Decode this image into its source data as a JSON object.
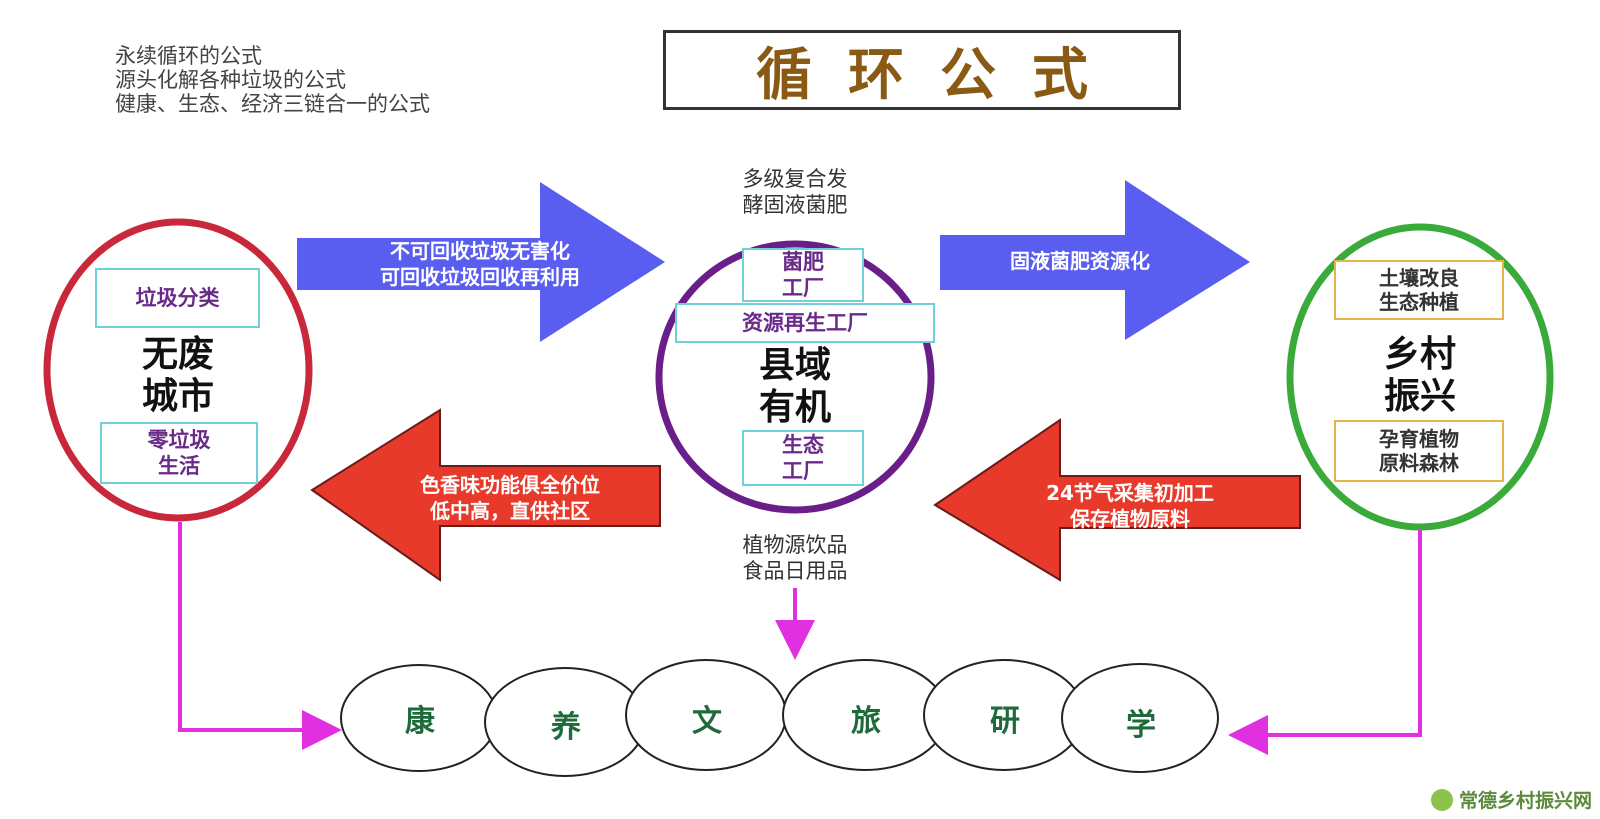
{
  "intro": [
    "永续循环的公式",
    "源头化解各种垃圾的公式",
    "健康、生态、经济三链合一的公式"
  ],
  "title": "循环公式",
  "left_node": {
    "top_box": "垃圾分类",
    "label": [
      "无废",
      "城市"
    ],
    "bottom_box": [
      "零垃圾",
      "生活"
    ],
    "border_color": "#c8283a"
  },
  "center_node": {
    "above": [
      "多级复合发",
      "酵固液菌肥"
    ],
    "top_box": [
      "菌肥",
      "工厂"
    ],
    "mid_box": "资源再生工厂",
    "label": [
      "县域",
      "有机"
    ],
    "bottom_box": [
      "生态",
      "工厂"
    ],
    "below": [
      "植物源饮品",
      "食品日用品"
    ],
    "border_color": "#6a1e8a"
  },
  "right_node": {
    "top_box": [
      "土壤改良",
      "生态种植"
    ],
    "label": [
      "乡村",
      "振兴"
    ],
    "bottom_box": [
      "孕育植物",
      "原料森林"
    ],
    "border_color": "#3aaa3a"
  },
  "arrows": {
    "top_left": [
      "不可回收垃圾无害化",
      "可回收垃圾回收再利用"
    ],
    "top_right": [
      "固液菌肥资源化"
    ],
    "bottom_left": [
      "色香味功能俱全价位",
      "低中高，直供社区"
    ],
    "bottom_right": [
      "24节气采集初加工",
      "保存植物原料"
    ],
    "blue": "#5a5ef0",
    "red": "#e83a2a",
    "magenta": "#e030e0"
  },
  "circles": [
    "康",
    "养",
    "文",
    "旅",
    "研",
    "学"
  ],
  "watermark": "常德乡村振兴网"
}
